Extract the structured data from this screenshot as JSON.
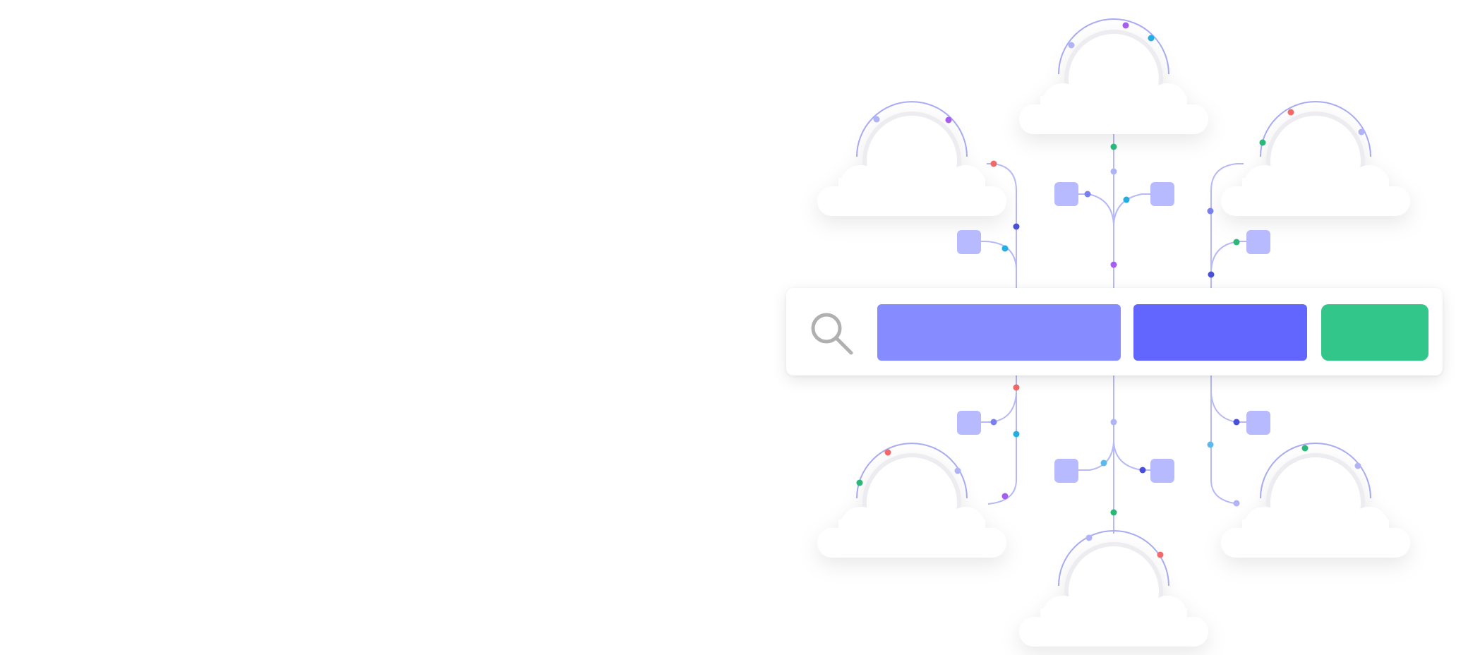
{
  "colors": {
    "background": "#ffffff",
    "line": "#b7b9f7",
    "arc": "#a9acf5",
    "node_square": "#b8baff",
    "dot_red": "#f06a6a",
    "dot_green": "#2bb67a",
    "dot_teal": "#22aee0",
    "dot_purple": "#a55ef0",
    "dot_indigo": "#4a4fd8",
    "dot_lavender": "#b0b3f5",
    "search_block_1": "#868cff",
    "search_block_2": "#6366fe",
    "search_block_3": "#33c68a",
    "search_icon": "#b0b0b0"
  },
  "icons": {
    "search": "search-icon",
    "cloud": "cloud-icon"
  },
  "clouds": [
    "cloud-top",
    "cloud-upper-left",
    "cloud-upper-right",
    "cloud-lower-left",
    "cloud-lower-right",
    "cloud-bottom"
  ],
  "search_blocks": [
    "search-block-1",
    "search-block-2",
    "search-block-3"
  ]
}
